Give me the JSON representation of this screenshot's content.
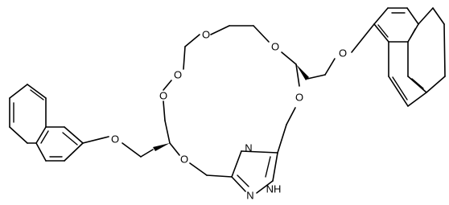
{
  "structure": {
    "atoms": {
      "o_ring_1": "O",
      "o_ring_2": "O",
      "o_ring_3": "O",
      "o_ring_4": "O",
      "o_ring_5": "O",
      "o_ring_6": "O",
      "o_ether_left": "O",
      "o_ether_right": "O",
      "n_triazole_1": "N",
      "n_triazole_2": "N",
      "nh_triazole": "NH"
    }
  }
}
